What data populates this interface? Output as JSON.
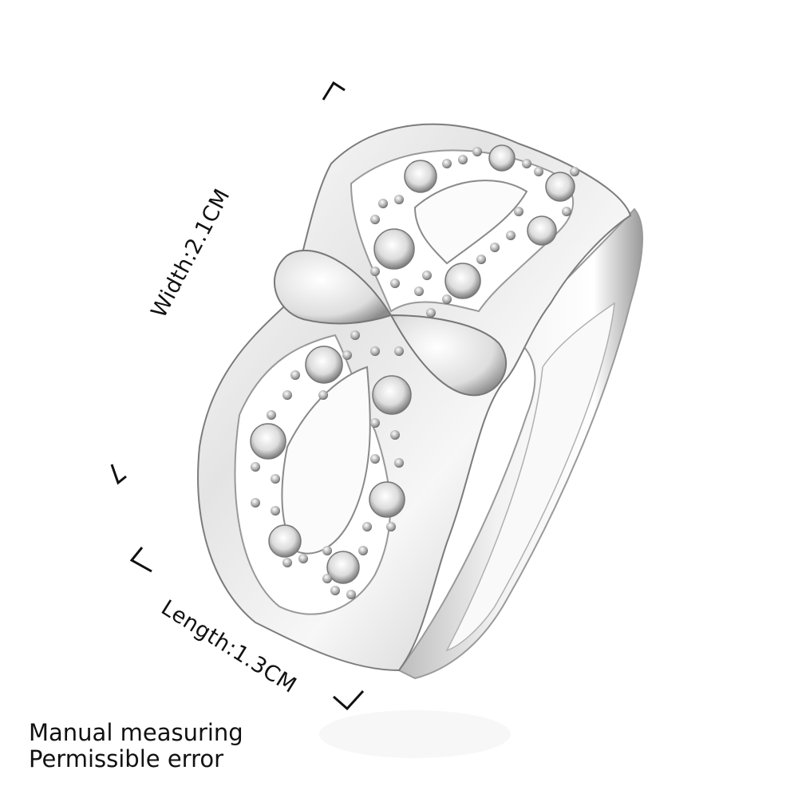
{
  "dimensions": {
    "width_label": "Width:2.1CM",
    "length_label": "Length:1.3CM"
  },
  "note": {
    "line1": "Manual measuring",
    "line2": "Permissible error"
  },
  "colors": {
    "background": "#ffffff",
    "silver_light": "#f4f4f4",
    "silver_mid": "#d6d6d6",
    "silver_dark": "#8a8a8a",
    "text": "#111111"
  }
}
